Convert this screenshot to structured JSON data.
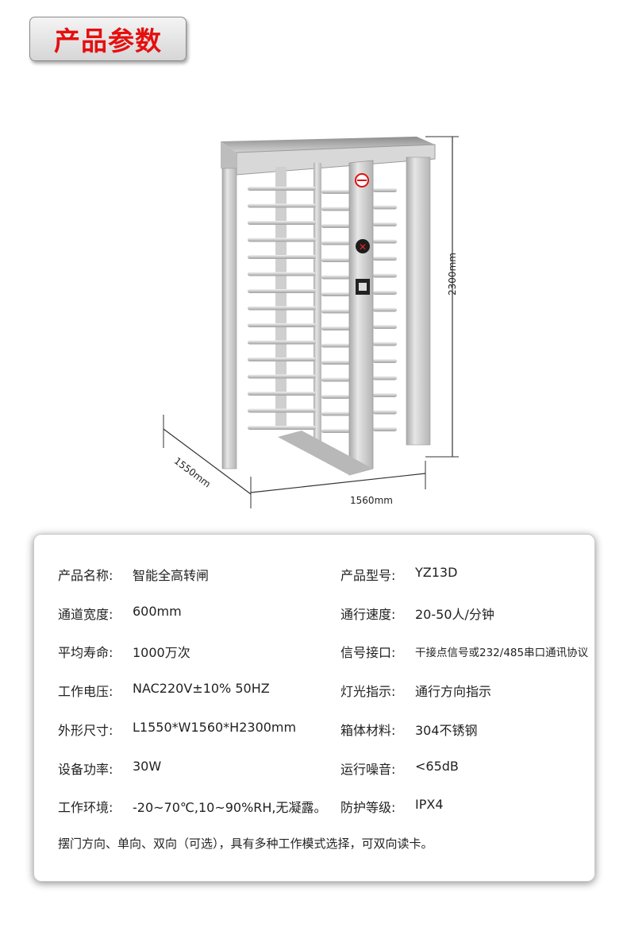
{
  "header": {
    "title": "产品参数"
  },
  "figure": {
    "dim_height": "2300mm",
    "dim_depth": "1550mm",
    "dim_width": "1560mm"
  },
  "specs": {
    "left": [
      {
        "label": "产品名称:",
        "value": "智能全高转闸"
      },
      {
        "label": "通道宽度:",
        "value": "600mm"
      },
      {
        "label": "平均寿命:",
        "value": "1000万次"
      },
      {
        "label": "工作电压:",
        "value": "NAC220V±10% 50HZ"
      },
      {
        "label": "外形尺寸:",
        "value": "L1550*W1560*H2300mm"
      },
      {
        "label": "设备功率:",
        "value": "30W"
      },
      {
        "label": "工作环境:",
        "value": "-20~70℃,10~90%RH,无凝露。"
      }
    ],
    "right": [
      {
        "label": "产品型号:",
        "value": "YZ13D"
      },
      {
        "label": "通行速度:",
        "value": "20-50人/分钟"
      },
      {
        "label": "信号接口:",
        "value": "干接点信号或232/485串口通讯协议"
      },
      {
        "label": "灯光指示:",
        "value": "通行方向指示"
      },
      {
        "label": "箱体材料:",
        "value": "304不锈钢"
      },
      {
        "label": "运行噪音:",
        "value": "<65dB"
      },
      {
        "label": "防护等级:",
        "value": "IPX4"
      }
    ],
    "note": "摆门方向、单向、双向（可选），具有多种工作模式选择，可双向读卡。"
  },
  "colors": {
    "accent": "#e50f0f",
    "steel": "#c9c9c9"
  }
}
